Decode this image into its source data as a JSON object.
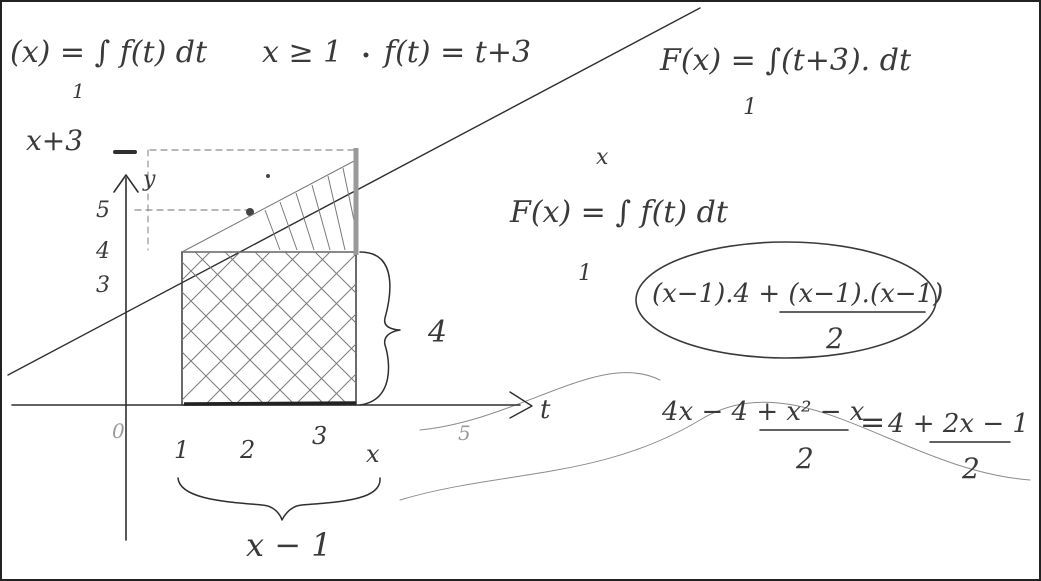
{
  "top_line": {
    "definition": "(x) = ∫ f(t) dt",
    "lower_bound": "1",
    "condition": "x ≥ 1",
    "function": "f(t) = t+3"
  },
  "top_right": {
    "integral": "F(x) = ∫(t+3). dt",
    "lower_bound": "1"
  },
  "sketch": {
    "line_label": "x+3",
    "y_axis_label": "y",
    "x_axis_label": "t",
    "origin_label": "0",
    "y_ticks": [
      "5",
      "4",
      "3"
    ],
    "x_ticks": [
      "1",
      "2",
      "3",
      "x",
      "5"
    ],
    "brace_right_label": "4",
    "brace_bottom_label": "x − 1"
  },
  "middle_right": {
    "integral": "F(x) = ∫ f(t) dt",
    "upper_bound": "x",
    "lower_bound": "1"
  },
  "circled_expression": {
    "numerator_line": "(x−1).4 + (x−1).(x−1)",
    "denominator": "2"
  },
  "final_expression": {
    "part1_num": "4x − 4 + x² − x",
    "part1_den": "2",
    "eq_mark": "=",
    "part2_num": "4 + 2x − 1",
    "part2_den": "2"
  }
}
